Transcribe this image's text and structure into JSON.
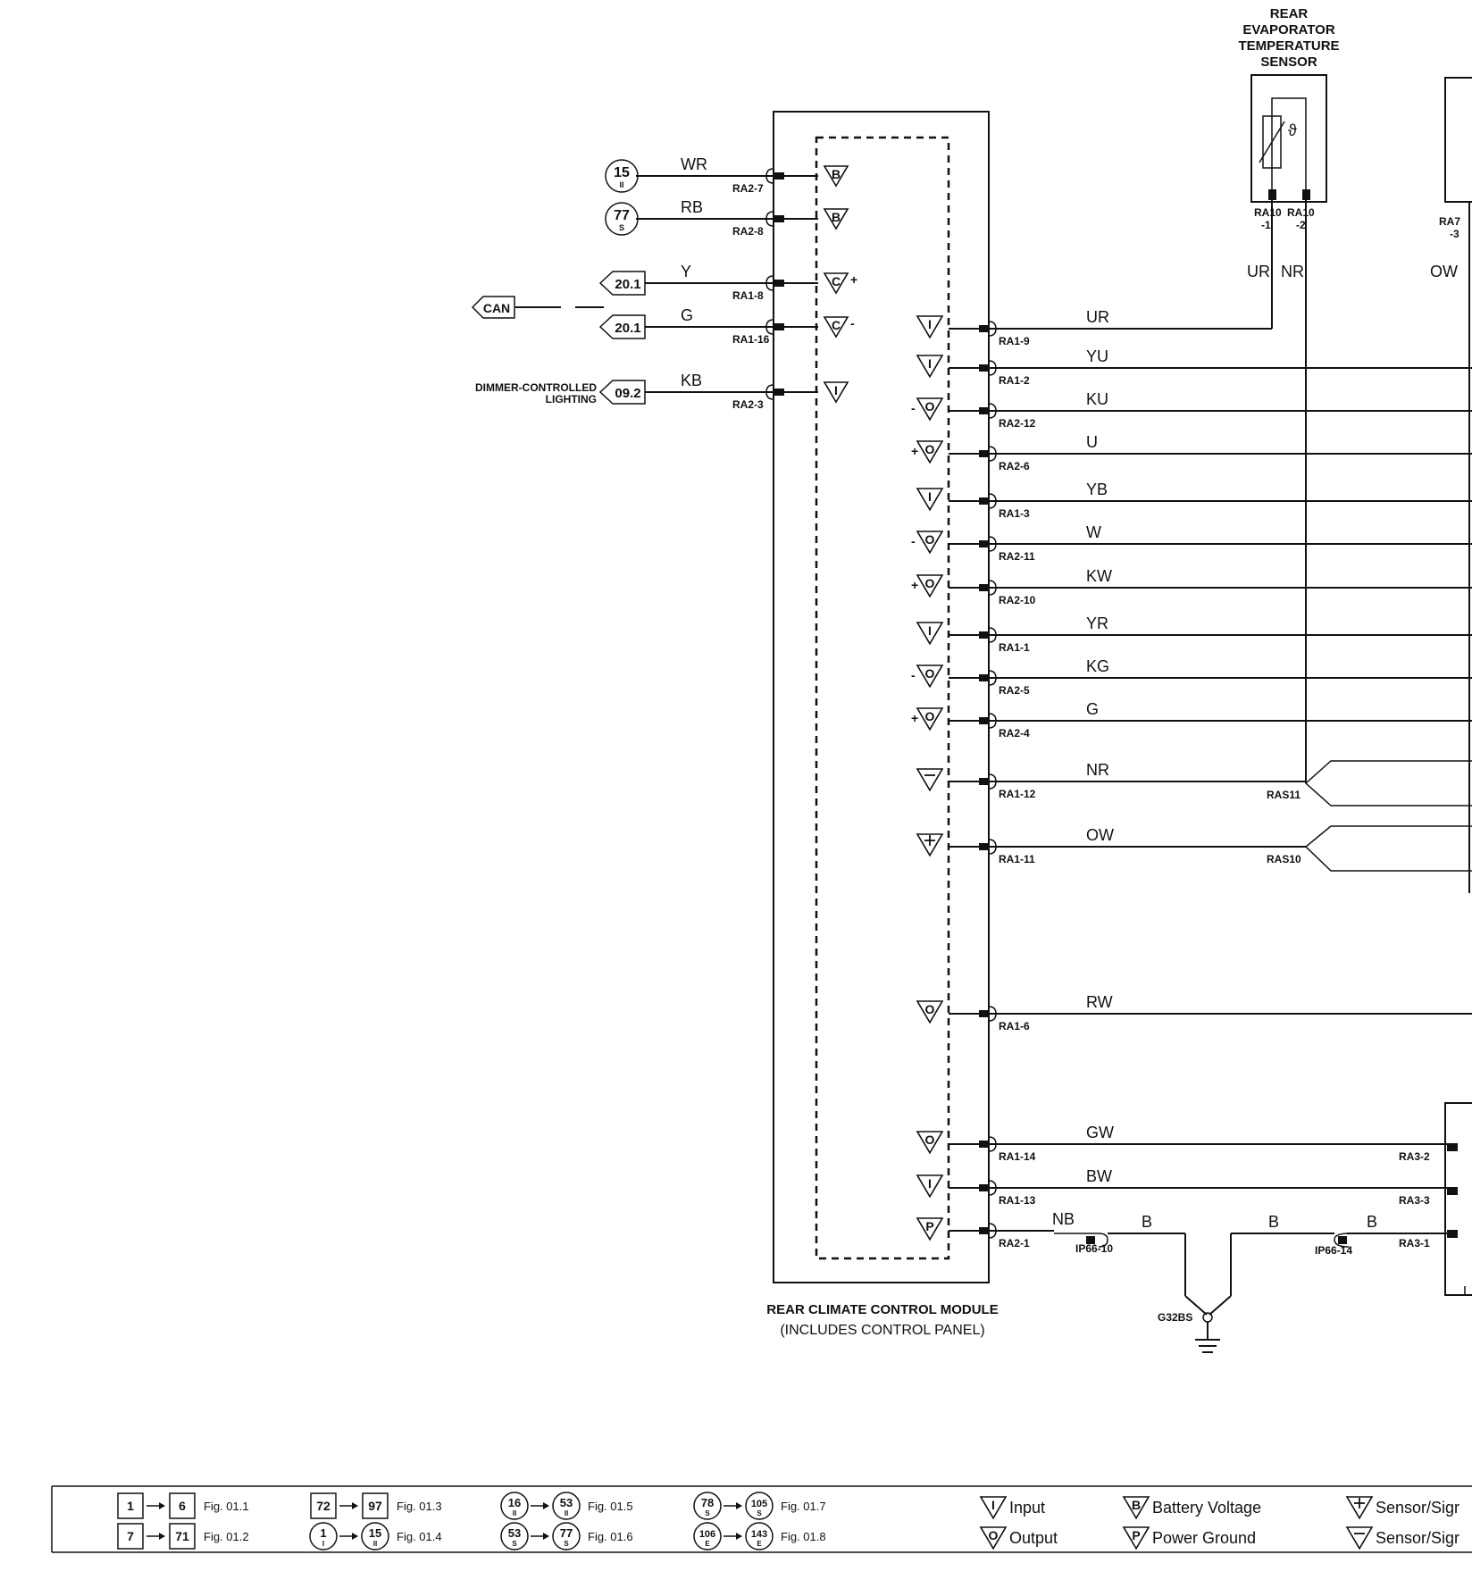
{
  "sensor": {
    "title_lines": [
      "REAR",
      "EVAPORATOR",
      "TEMPERATURE",
      "SENSOR"
    ],
    "pins": [
      {
        "top": "RA10",
        "bot": "-1"
      },
      {
        "top": "RA10",
        "bot": "-2"
      }
    ],
    "wires": [
      "UR",
      "NR"
    ]
  },
  "right_component": {
    "pin_top": "RA7",
    "pin_bot": "-3",
    "wire": "OW"
  },
  "module": {
    "title": "REAR CLIMATE CONTROL MODULE",
    "subtitle": "(INCLUDES CONTROL PANEL)"
  },
  "left_pins": [
    {
      "wire": "WR",
      "pin": "RA2-7",
      "ref": {
        "shape": "circle",
        "num": "15",
        "sub": "II"
      },
      "sym": "B"
    },
    {
      "wire": "RB",
      "pin": "RA2-8",
      "ref": {
        "shape": "circle",
        "num": "77",
        "sub": "S"
      },
      "sym": "B"
    },
    {
      "wire": "Y",
      "pin": "RA1-8",
      "ref": {
        "shape": "flag",
        "num": "20.1"
      },
      "sym": "C",
      "sign": "+"
    },
    {
      "wire": "G",
      "pin": "RA1-16",
      "ref": {
        "shape": "flag",
        "num": "20.1"
      },
      "sym": "C",
      "sign": "-"
    },
    {
      "wire": "KB",
      "pin": "RA2-3",
      "ref": {
        "shape": "flag",
        "num": "09.2"
      },
      "sym": "I",
      "label_lines": [
        "DIMMER-CONTROLLED",
        "LIGHTING"
      ]
    }
  ],
  "can_label": "CAN",
  "right_pins": [
    {
      "wire": "UR",
      "pin": "RA1-9",
      "sym": "I"
    },
    {
      "wire": "YU",
      "pin": "RA1-2",
      "sym": "I"
    },
    {
      "wire": "KU",
      "pin": "RA2-12",
      "sym": "O",
      "sign": "-"
    },
    {
      "wire": "U",
      "pin": "RA2-6",
      "sym": "O",
      "sign": "+"
    },
    {
      "wire": "YB",
      "pin": "RA1-3",
      "sym": "I"
    },
    {
      "wire": "W",
      "pin": "RA2-11",
      "sym": "O",
      "sign": "-"
    },
    {
      "wire": "KW",
      "pin": "RA2-10",
      "sym": "O",
      "sign": "+"
    },
    {
      "wire": "YR",
      "pin": "RA1-1",
      "sym": "I"
    },
    {
      "wire": "KG",
      "pin": "RA2-5",
      "sym": "O",
      "sign": "-"
    },
    {
      "wire": "G",
      "pin": "RA2-4",
      "sym": "O",
      "sign": "+"
    },
    {
      "wire": "NR",
      "pin": "RA1-12",
      "sym": "-"
    },
    {
      "wire": "OW",
      "pin": "RA1-11",
      "sym": "+"
    },
    {
      "wire": "RW",
      "pin": "RA1-6",
      "sym": "O"
    },
    {
      "wire": "GW",
      "pin": "RA1-14",
      "sym": "O"
    },
    {
      "wire": "BW",
      "pin": "RA1-13",
      "sym": "I"
    },
    {
      "wire": "NB",
      "pin": "RA2-1",
      "sym": "P"
    }
  ],
  "splices": [
    "RAS11",
    "RAS10"
  ],
  "connector_pins": [
    "RA3-2",
    "RA3-3",
    "RA3-1"
  ],
  "ground": {
    "wire_b1": "B",
    "wire_b2": "B",
    "wire_b3": "B",
    "connector1": "IP66-10",
    "connector2": "IP66-14",
    "ground_id": "G32BS"
  },
  "legend": {
    "refs": [
      {
        "from": "1",
        "to": "6",
        "fig": "Fig. 01.1",
        "shape": "box"
      },
      {
        "from": "7",
        "to": "71",
        "fig": "Fig. 01.2",
        "shape": "box"
      },
      {
        "from": "72",
        "to": "97",
        "fig": "Fig. 01.3",
        "shape": "box"
      },
      {
        "from": "1",
        "to": "15",
        "fig": "Fig. 01.4",
        "shape": "circle",
        "sub_from": "I",
        "sub_to": "II"
      },
      {
        "from": "16",
        "to": "53",
        "fig": "Fig. 01.5",
        "shape": "circle",
        "sub_from": "II",
        "sub_to": "II"
      },
      {
        "from": "53",
        "to": "77",
        "fig": "Fig. 01.6",
        "shape": "circle",
        "sub_from": "S",
        "sub_to": "S"
      },
      {
        "from": "78",
        "to": "105",
        "fig": "Fig. 01.7",
        "shape": "circle",
        "sub_from": "S",
        "sub_to": "S"
      },
      {
        "from": "106",
        "to": "143",
        "fig": "Fig. 01.8",
        "shape": "circle",
        "sub_from": "E",
        "sub_to": "E"
      }
    ],
    "symbols": [
      {
        "sym": "I",
        "label": "Input"
      },
      {
        "sym": "O",
        "label": "Output"
      },
      {
        "sym": "B",
        "label": "Battery Voltage"
      },
      {
        "sym": "P",
        "label": "Power Ground"
      },
      {
        "sym": "+",
        "label": "Sensor/Sigr"
      },
      {
        "sym": "-",
        "label": "Sensor/Sigr"
      }
    ]
  }
}
